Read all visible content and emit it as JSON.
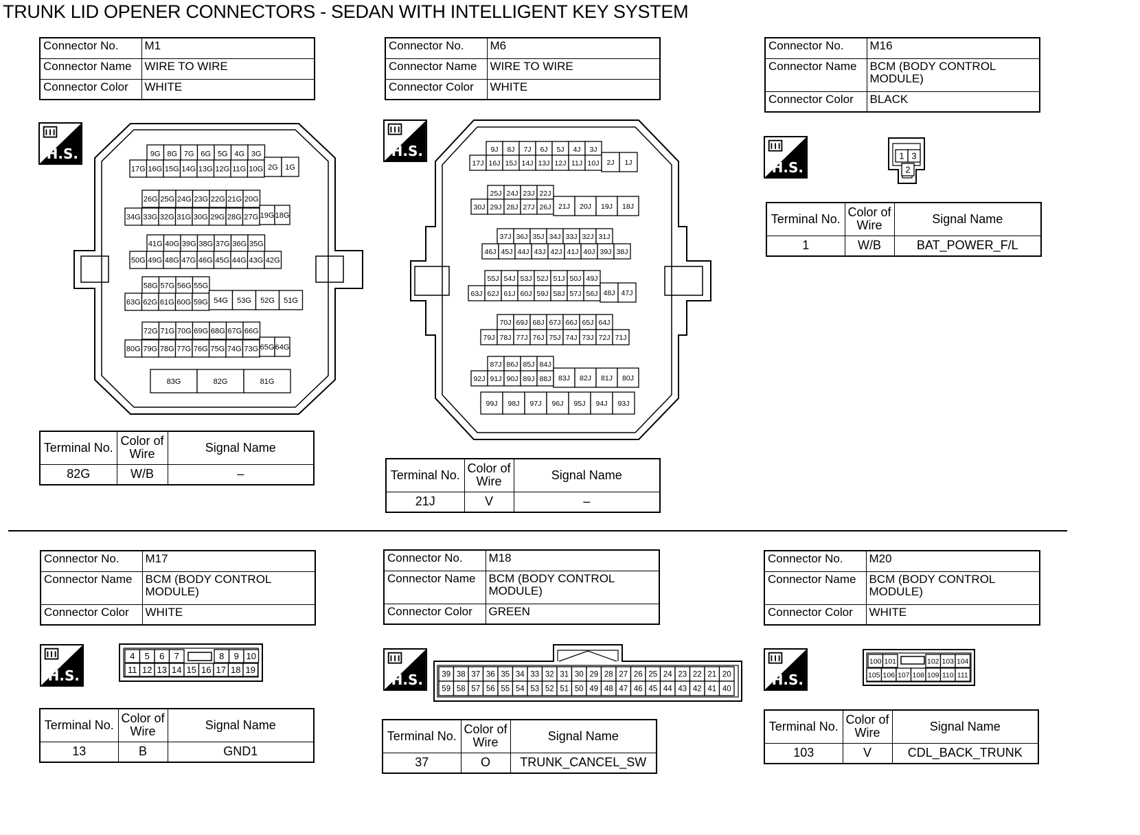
{
  "title": "TRUNK LID OPENER CONNECTORS - SEDAN WITH INTELLIGENT KEY SYSTEM",
  "labels": {
    "connector_no": "Connector No.",
    "connector_name": "Connector Name",
    "connector_color": "Connector Color",
    "terminal_no": "Terminal No.",
    "color_of_wire": "Color of Wire",
    "signal_name": "Signal Name",
    "hs": "H.S."
  },
  "connectors": [
    {
      "no": "M1",
      "name": "WIRE TO WIRE",
      "color": "WHITE",
      "terminals": [
        {
          "terminal": "82G",
          "wire_color": "W/B",
          "signal": "–"
        }
      ]
    },
    {
      "no": "M6",
      "name": "WIRE TO WIRE",
      "color": "WHITE",
      "terminals": [
        {
          "terminal": "21J",
          "wire_color": "V",
          "signal": "–"
        }
      ]
    },
    {
      "no": "M16",
      "name": "BCM (BODY CONTROL MODULE)",
      "color": "BLACK",
      "terminals": [
        {
          "terminal": "1",
          "wire_color": "W/B",
          "signal": "BAT_POWER_F/L"
        }
      ]
    },
    {
      "no": "M17",
      "name": "BCM (BODY CONTROL MODULE)",
      "color": "WHITE",
      "terminals": [
        {
          "terminal": "13",
          "wire_color": "B",
          "signal": "GND1"
        }
      ]
    },
    {
      "no": "M18",
      "name": "BCM (BODY CONTROL MODULE)",
      "color": "GREEN",
      "terminals": [
        {
          "terminal": "37",
          "wire_color": "O",
          "signal": "TRUNK_CANCEL_SW"
        }
      ]
    },
    {
      "no": "M20",
      "name": "BCM (BODY CONTROL MODULE)",
      "color": "WHITE",
      "terminals": [
        {
          "terminal": "103",
          "wire_color": "V",
          "signal": "CDL_BACK_TRUNK"
        }
      ]
    }
  ],
  "pinouts": {
    "M1": [
      [
        "9G",
        "8G",
        "7G",
        "6G",
        "5G",
        "4G",
        "3G"
      ],
      [
        "17G",
        "16G",
        "15G",
        "14G",
        "13G",
        "12G",
        "11G",
        "10G",
        "2G",
        "1G"
      ],
      [
        "26G",
        "25G",
        "24G",
        "23G",
        "22G",
        "21G",
        "20G"
      ],
      [
        "34G",
        "33G",
        "32G",
        "31G",
        "30G",
        "29G",
        "28G",
        "27G",
        "19G",
        "18G"
      ],
      [
        "41G",
        "40G",
        "39G",
        "38G",
        "37G",
        "36G",
        "35G"
      ],
      [
        "50G",
        "49G",
        "48G",
        "47G",
        "46G",
        "45G",
        "44G",
        "43G",
        "42G"
      ],
      [
        "58G",
        "57G",
        "56G",
        "55G"
      ],
      [
        "63G",
        "62G",
        "61G",
        "60G",
        "59G",
        "54G",
        "53G",
        "52G",
        "51G"
      ],
      [
        "72G",
        "71G",
        "70G",
        "69G",
        "68G",
        "67G",
        "66G"
      ],
      [
        "80G",
        "79G",
        "78G",
        "77G",
        "76G",
        "75G",
        "74G",
        "73G",
        "65G",
        "64G"
      ],
      [
        "83G",
        "82G",
        "81G"
      ]
    ],
    "M6": [
      [
        "9J",
        "8J",
        "7J",
        "6J",
        "5J",
        "4J",
        "3J"
      ],
      [
        "17J",
        "16J",
        "15J",
        "14J",
        "13J",
        "12J",
        "11J",
        "10J",
        "2J",
        "1J"
      ],
      [
        "25J",
        "24J",
        "23J",
        "22J"
      ],
      [
        "30J",
        "29J",
        "28J",
        "27J",
        "26J",
        "21J",
        "20J",
        "19J",
        "18J"
      ],
      [
        "37J",
        "36J",
        "35J",
        "34J",
        "33J",
        "32J",
        "31J"
      ],
      [
        "46J",
        "45J",
        "44J",
        "43J",
        "42J",
        "41J",
        "40J",
        "39J",
        "38J"
      ],
      [
        "55J",
        "54J",
        "53J",
        "52J",
        "51J",
        "50J",
        "49J"
      ],
      [
        "63J",
        "62J",
        "61J",
        "60J",
        "59J",
        "58J",
        "57J",
        "56J",
        "48J",
        "47J"
      ],
      [
        "70J",
        "69J",
        "68J",
        "67J",
        "66J",
        "65J",
        "64J"
      ],
      [
        "79J",
        "78J",
        "77J",
        "76J",
        "75J",
        "74J",
        "73J",
        "72J",
        "71J"
      ],
      [
        "87J",
        "86J",
        "85J",
        "84J"
      ],
      [
        "92J",
        "91J",
        "90J",
        "89J",
        "88J",
        "83J",
        "82J",
        "81J",
        "80J"
      ],
      [
        "99J",
        "98J",
        "97J",
        "96J",
        "95J",
        "94J",
        "93J"
      ]
    ],
    "M16": [
      [
        "1",
        "3"
      ],
      [
        "2"
      ]
    ],
    "M17": [
      [
        "4",
        "5",
        "6",
        "7",
        "8",
        "9",
        "10"
      ],
      [
        "11",
        "12",
        "13",
        "14",
        "15",
        "16",
        "17",
        "18",
        "19"
      ]
    ],
    "M18": [
      [
        "39",
        "38",
        "37",
        "36",
        "35",
        "34",
        "33",
        "32",
        "31",
        "30",
        "29",
        "28",
        "27",
        "26",
        "25",
        "24",
        "23",
        "22",
        "21",
        "20"
      ],
      [
        "59",
        "58",
        "57",
        "56",
        "55",
        "54",
        "53",
        "52",
        "51",
        "50",
        "49",
        "48",
        "47",
        "46",
        "45",
        "44",
        "43",
        "42",
        "41",
        "40"
      ]
    ],
    "M20": [
      [
        "100",
        "101",
        "102",
        "103",
        "104"
      ],
      [
        "105",
        "106",
        "107",
        "108",
        "109",
        "110",
        "111"
      ]
    ]
  }
}
